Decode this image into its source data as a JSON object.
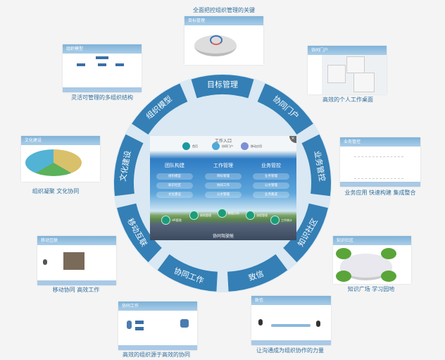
{
  "ring": {
    "segments": [
      "目标管理",
      "协同门户",
      "业务管控",
      "知识社区",
      "致信",
      "协同工作",
      "移动互联",
      "文化建设",
      "组织模型"
    ],
    "colors": {
      "segment": "#347fb5",
      "inner": "#d9e8f3",
      "gap": "#d9e8f3"
    }
  },
  "center": {
    "title": "工作入口",
    "entries": [
      "首页",
      "协同门户",
      "移动应用"
    ],
    "columns": [
      {
        "title": "团队构建",
        "items": [
          "组织模型",
          "知识社区",
          "文化建设"
        ]
      },
      {
        "title": "工作管理",
        "items": [
          "目标管理",
          "协同工作",
          "公文管理"
        ]
      },
      {
        "title": "业务管控",
        "items": [
          "业务管理",
          "公文管理",
          "业务集成"
        ]
      }
    ],
    "cockpit_items": [
      "HR管理",
      "绩效管理",
      "数据分析",
      "流程管理",
      "工作统计"
    ],
    "cockpit_title": "协同驾驶舱",
    "close": "×"
  },
  "thumbs": [
    {
      "title": "目标管理",
      "caption": "全面把控组织管理的关键"
    },
    {
      "title": "组织模型",
      "caption": "灵活可管理的多组织结构"
    },
    {
      "title": "协同门户",
      "caption": "高效的个人工作桌面"
    },
    {
      "title": "文化建设",
      "caption": "组织凝聚  文化协同"
    },
    {
      "title": "业务管控",
      "caption": "业务应用 快速构建  集成整合"
    },
    {
      "title": "移动互联",
      "caption": "移动协同  高效工作"
    },
    {
      "title": "知识社区",
      "caption": "知识广场   学习园地"
    },
    {
      "title": "协同工作",
      "caption": "高效的组织源于高效的协同"
    },
    {
      "title": "致信",
      "caption": "让沟通成为组织协作的力量"
    }
  ]
}
